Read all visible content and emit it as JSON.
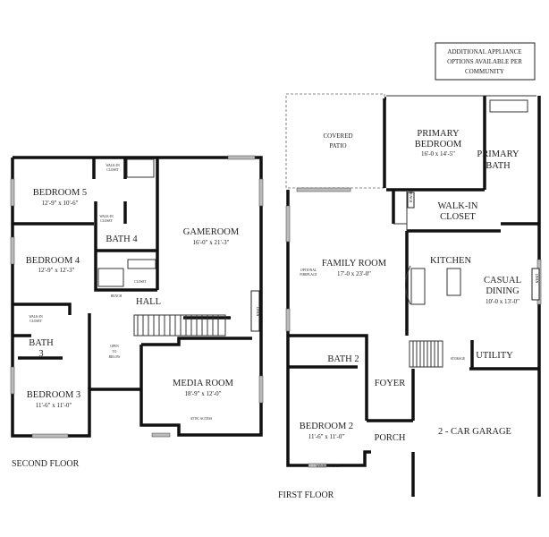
{
  "note": [
    "ADDITIONAL APPLIANCE",
    "OPTIONS AVAILABLE PER",
    "COMMUNITY"
  ],
  "second_floor": {
    "title": "SECOND FLOOR",
    "rooms": {
      "bedroom5": {
        "name": "BEDROOM 5",
        "dims": "12'-9\" x 10'-6\""
      },
      "bedroom4": {
        "name": "BEDROOM 4",
        "dims": "12'-9\" x 12'-3\""
      },
      "bedroom3": {
        "name": "BEDROOM 3",
        "dims": "11'-6\" x 11'-0\""
      },
      "gameroom": {
        "name": "GAMEROOM",
        "dims": "16'-0\" x 21'-3\""
      },
      "media": {
        "name": "MEDIA ROOM",
        "dims": "18'-9\" x 12'-0\""
      },
      "bath4": "BATH 4",
      "bath3": [
        "BATH",
        "3"
      ],
      "hall": "HALL",
      "open_below": [
        "OPEN",
        "TO",
        "BELOW"
      ],
      "walkin": [
        "WALK-IN",
        "CLOSET"
      ],
      "closet": "CLOSET",
      "bench": "BENCH",
      "linen": "LINEN",
      "attic": "ATTIC ACCESS"
    }
  },
  "first_floor": {
    "title": "FIRST FLOOR",
    "rooms": {
      "patio": [
        "COVERED",
        "PATIO"
      ],
      "primary_bedroom": {
        "name": [
          "PRIMARY",
          "BEDROOM"
        ],
        "dims": "16'-0 x 14'-5\""
      },
      "primary_bath": [
        "PRIMARY",
        "BATH"
      ],
      "walkin": [
        "WALK-IN",
        "CLOSET"
      ],
      "bench": "BENCH",
      "family": {
        "name": "FAMILY ROOM",
        "dims": "17'-0 x 23'-0\""
      },
      "fireplace": [
        "OPTIONAL",
        "FIREPLACE"
      ],
      "kitchen": "KITCHEN",
      "dining": {
        "name": [
          "CASUAL",
          "DINING"
        ],
        "dims": "10'-0 x 13'-0\""
      },
      "linen": "LINEN",
      "bath2": "BATH 2",
      "utility": "UTILITY",
      "storage": "STORAGE",
      "foyer": "FOYER",
      "bedroom2": {
        "name": "BEDROOM 2",
        "dims": "11'-6\" x 11'-0\""
      },
      "porch": "PORCH",
      "garage": "2 - CAR GARAGE",
      "window_seat": "WINDOW SEAT"
    }
  }
}
